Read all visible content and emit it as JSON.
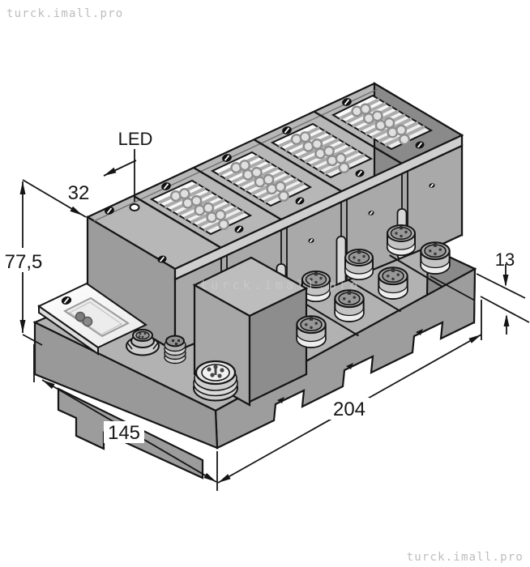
{
  "watermarks": {
    "top_left": "turck.imall.pro",
    "center": "turck.imall.pro",
    "bottom_right": "turck.imall.pro"
  },
  "annotations": {
    "led": "LED",
    "module_width": "32",
    "station_height": "77,5",
    "base_step": "13",
    "station_length": "204",
    "station_depth": "145"
  },
  "colors": {
    "outline": "#151515",
    "body": "#b2b2b2",
    "body_shadow": "#8a8a8a",
    "body_light": "#cecece",
    "label_panel": "#ffffff",
    "watermark": "#bdbdbd",
    "background": "#ffffff"
  }
}
